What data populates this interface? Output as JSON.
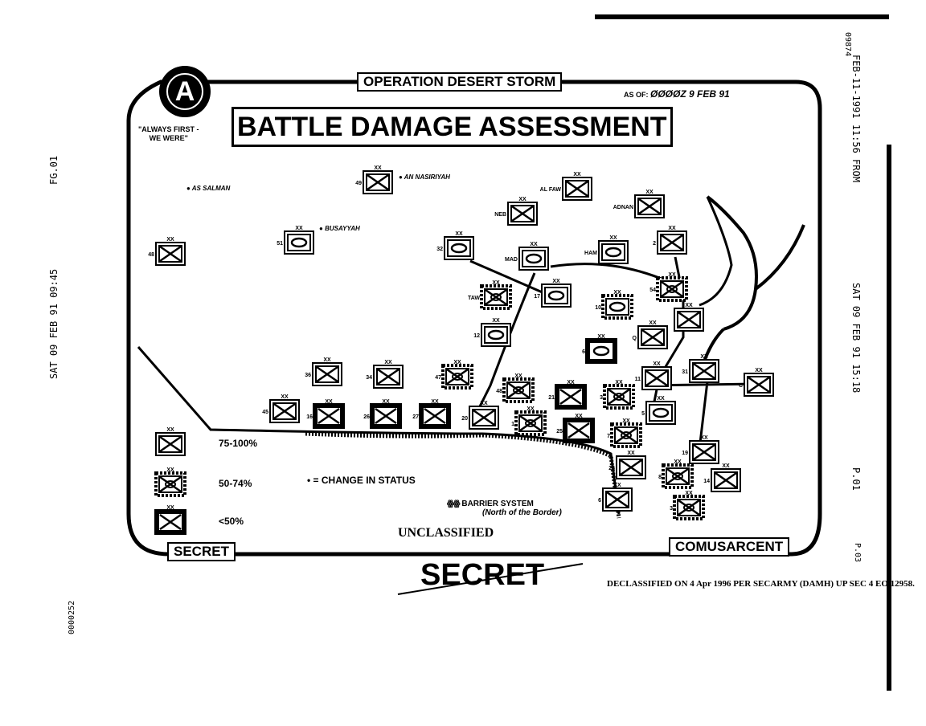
{
  "header": {
    "operation": "OPERATION DESERT STORM",
    "title": "BATTLE DAMAGE ASSESSMENT",
    "as_of_label": "AS OF:",
    "as_of_value": "ØØØØZ 9 FEB 91",
    "motto_line1": "\"ALWAYS FIRST -",
    "motto_line2": "WE WERE\"",
    "emblem_letter": "A"
  },
  "places": [
    "AS SALMAN",
    "AN NASIRIYAH",
    "BUSAYYAH"
  ],
  "units": [
    {
      "label": "49",
      "status": "full",
      "type": "armor"
    },
    {
      "label": "48",
      "status": "full",
      "type": "armor"
    },
    {
      "label": "51",
      "status": "full",
      "type": "infantry"
    },
    {
      "label": "AL FAW",
      "status": "full",
      "type": "armor"
    },
    {
      "label": "NEB",
      "status": "full",
      "type": "armor"
    },
    {
      "label": "ADNAN",
      "status": "full",
      "type": "armor"
    },
    {
      "label": "32",
      "status": "full",
      "type": "infantry"
    },
    {
      "label": "MAD",
      "status": "full",
      "type": "infantry"
    },
    {
      "label": "HAM",
      "status": "full",
      "type": "infantry"
    },
    {
      "label": "2",
      "status": "full",
      "type": "armor"
    },
    {
      "label": "TAW",
      "status": "partial",
      "type": "armor"
    },
    {
      "label": "17",
      "status": "full",
      "type": "infantry"
    },
    {
      "label": "10",
      "status": "partial",
      "type": "infantry"
    },
    {
      "label": "54",
      "status": "partial",
      "type": "armor"
    },
    {
      "label": "",
      "status": "full",
      "type": "armor"
    },
    {
      "label": "12",
      "status": "full",
      "type": "infantry"
    },
    {
      "label": "Q",
      "status": "full",
      "type": "armor"
    },
    {
      "label": "6",
      "status": "low",
      "type": "infantry"
    },
    {
      "label": "36",
      "status": "full",
      "type": "armor"
    },
    {
      "label": "34",
      "status": "full",
      "type": "armor"
    },
    {
      "label": "47",
      "status": "partial",
      "type": "armor"
    },
    {
      "label": "48",
      "status": "partial",
      "type": "armor"
    },
    {
      "label": "21",
      "status": "low",
      "type": "armor"
    },
    {
      "label": "3",
      "status": "partial",
      "type": "armor"
    },
    {
      "label": "11",
      "status": "full",
      "type": "armor"
    },
    {
      "label": "31",
      "status": "full",
      "type": "armor"
    },
    {
      "label": "C",
      "status": "full",
      "type": "armor"
    },
    {
      "label": "45",
      "status": "full",
      "type": "armor"
    },
    {
      "label": "16",
      "status": "low",
      "type": "armor"
    },
    {
      "label": "26",
      "status": "low",
      "type": "armor"
    },
    {
      "label": "27",
      "status": "low",
      "type": "armor"
    },
    {
      "label": "20",
      "status": "full",
      "type": "armor"
    },
    {
      "label": "1",
      "status": "partial",
      "type": "armor"
    },
    {
      "label": "25",
      "status": "low",
      "type": "armor"
    },
    {
      "label": "5",
      "status": "full",
      "type": "infantry"
    },
    {
      "label": "7",
      "status": "partial",
      "type": "armor"
    },
    {
      "label": "19",
      "status": "full",
      "type": "armor"
    },
    {
      "label": "26",
      "status": "full",
      "type": "armor"
    },
    {
      "label": "8",
      "status": "partial",
      "type": "armor"
    },
    {
      "label": "14",
      "status": "full",
      "type": "armor"
    },
    {
      "label": "6",
      "status": "full",
      "type": "armor"
    },
    {
      "label": "3",
      "status": "partial",
      "type": "armor"
    }
  ],
  "echelon": "XX",
  "legend": {
    "full": "75-100%",
    "partial": "50-74%",
    "low": "<50%",
    "change_in_status": "• = CHANGE IN STATUS",
    "barrier_title": "BARRIER SYSTEM",
    "barrier_sub": "(North of the Border)"
  },
  "footer": {
    "unclassified": "UNCLASSIFIED",
    "secret_box": "SECRET",
    "command_box": "COMUSARCENT",
    "secret_stamp": "SECRET",
    "declassified": "DECLASSIFIED ON 4 Apr 1996 PER SECARMY (DAMH) UP SEC 4 EO 12958."
  },
  "fax_margins": {
    "left_page": "FG.01",
    "left_stamp": "SAT 09 FEB 91 09:45",
    "left_id": "0000252",
    "right_id": "09874",
    "right_header": "FEB-11-1991 11:56 FROM",
    "right_stamp": "SAT 09 FEB 91 15:18",
    "right_page": "P.01",
    "right_page2": "P.03"
  }
}
